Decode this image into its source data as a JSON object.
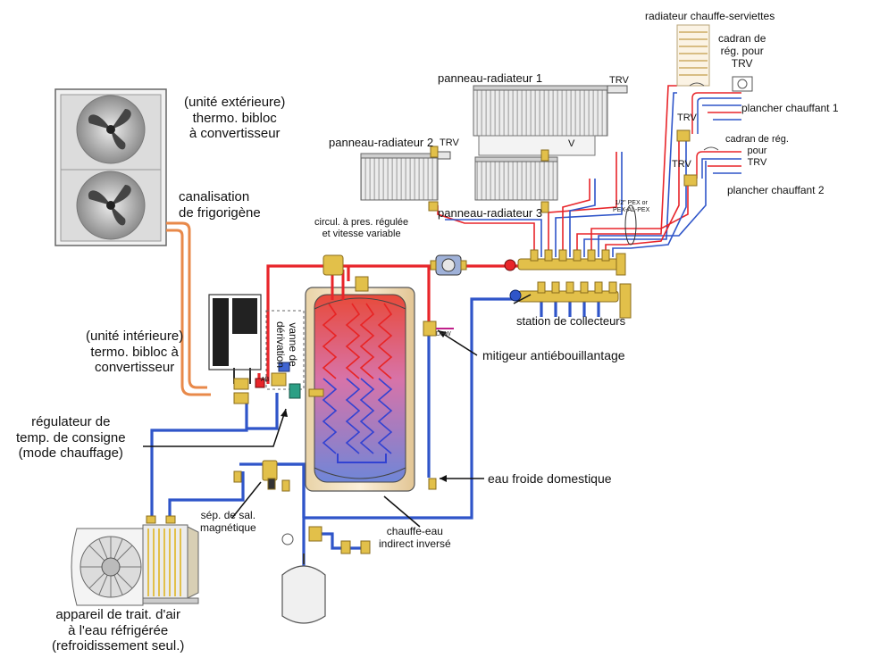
{
  "labels": {
    "unite_ext": [
      "(unité extérieure)",
      "thermo. bibloc",
      "à convertisseur"
    ],
    "canalisation": [
      "canalisation",
      "de frigorigène"
    ],
    "unite_int": [
      "(unité intérieure)",
      "termo. bibloc à",
      "convertisseur"
    ],
    "regulateur": [
      "régulateur de",
      "temp. de consigne",
      "(mode chauffage)"
    ],
    "appareil": [
      "appareil de trait. d'air",
      "à l'eau réfrigérée",
      "(refroidissement seul.)"
    ],
    "sep_mag": [
      "sép. de sal.",
      "magnétique"
    ],
    "chauffe_eau": [
      "chauffe-eau",
      "indirect inversé"
    ],
    "eau_froide": "eau froide domestique",
    "mitigeur": "mitigeur antiébouillantage",
    "dhw": "DHW",
    "station": "station de collecteurs",
    "circul": [
      "circul. à pres. régulée",
      "et vitesse variable"
    ],
    "vanne": [
      "vanne de",
      "dérivation"
    ],
    "valve_ab": "AB",
    "panneau1": "panneau-radiateur 1",
    "panneau2": "panneau-radiateur 2",
    "panneau3": "panneau-radiateur 3",
    "trv": "TRV",
    "v": "V",
    "pex": [
      "1/2\" PEX or",
      "PEX-AL-PEX"
    ],
    "radiateur_serv": "radiateur chauffe-serviettes",
    "cadran1": [
      "cadran de",
      "rég. pour",
      "TRV"
    ],
    "plancher1": "plancher chauffant 1",
    "cadran2": [
      "cadran de rég.",
      "pour",
      "TRV"
    ],
    "plancher2": "plancher chauffant 2"
  },
  "colors": {
    "hot": "#e8252a",
    "cold": "#2f55c9",
    "refrigerant": "#e8894a",
    "brass": "#e2c04a"
  }
}
